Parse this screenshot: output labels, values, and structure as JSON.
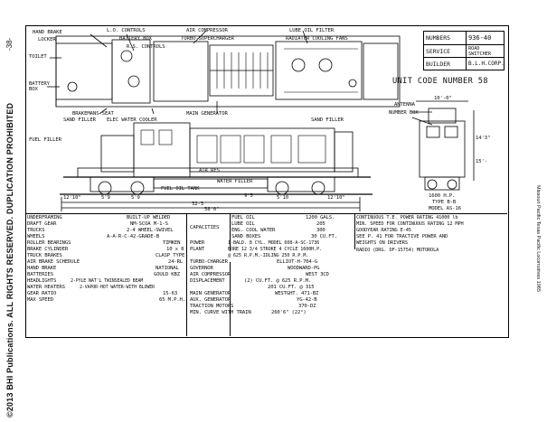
{
  "margins": {
    "copyright": "©2013 BHI Publications. ALL RIGHTS RESERVED. DUPLICATION PROHIBITED",
    "page_number": "-38-",
    "source": "Missouri Pacific   Texas Pacific   Locomotives 1985"
  },
  "title_block": {
    "rows": [
      {
        "label": "NUMBERS",
        "value": "936-40"
      },
      {
        "label": "SERVICE",
        "value": "ROAD SWITCHER"
      },
      {
        "label": "BUILDER",
        "value": "B.L.H.CORP."
      }
    ]
  },
  "unit_code": "UNIT CODE NUMBER 58",
  "callouts": {
    "hand_brake": "HAND BRAKE",
    "locker": "LOCKER",
    "toilet": "TOILET",
    "battery_box": "BATTERY BOX",
    "lo_controls": "L.O. CONTROLS",
    "battery_box_top": "BATTERY BOX",
    "rs_controls": "R.S. CONTROLS",
    "air_compressor": "AIR COMPRESSOR",
    "turbo_supercharger": "TURBO-SUPERCHARGER",
    "lube_oil_filter": "LUBE OIL FILTER",
    "radiator_fans": "RADIATOR COOLING FANS",
    "brakemans_seat": "BRAKEMANS SEAT",
    "main_generator": "MAIN GENERATOR",
    "sand_filler_left": "SAND FILLER",
    "elec_water_cooler": "ELEC WATER COOLER",
    "sand_filler_right": "SAND FILLER",
    "fuel_filler": "FUEL FILLER",
    "air_res": "AIR RES",
    "water_filler": "WATER FILLER",
    "fuel_oil_tank": "FUEL OIL TANK",
    "antenna": "ANTENNA",
    "number_box": "NUMBER BOX",
    "hp": "1600 H.P.",
    "type": "TYPE B-B",
    "model": "MODEL AS-16"
  },
  "dimensions": {
    "d_58": "58'0\"",
    "d_32_3": "32-3",
    "d_12_10_a": "12'10\"",
    "d_12_10_b": "12'10\"",
    "d_5_9_a": "5'9",
    "d_5_9_b": "5'9",
    "d_5_10": "5'10",
    "d_9_5": "9'5",
    "d_10_0": "10'-0\"",
    "d_14_3": "14'3\"",
    "d_15": "15'-"
  },
  "specs": {
    "col1": [
      {
        "label": "UNDERFRAMING",
        "value": "BUILT-UP WELDED"
      },
      {
        "label": "DRAFT GEAR",
        "value": "NM-SCOA M-1-S"
      },
      {
        "label": "TRUCKS",
        "value": "2-4 WHEEL-SWIVEL"
      },
      {
        "label": "WHEELS",
        "value": "A-A-R-C-42-GRADE-B"
      },
      {
        "label": "ROLLER BEARINGS",
        "value": "TIMKEN"
      },
      {
        "label": "BRAKE CYLINDER",
        "value": "10 x 8"
      },
      {
        "label": "TRUCK BRAKES",
        "value": "CLASP TYPE"
      },
      {
        "label": "AIR BRAKE SCHEDULE",
        "value": "24-RL"
      },
      {
        "label": "HAND BRAKE",
        "value": "NATIONAL"
      },
      {
        "label": "BATTERIES",
        "value": "GOULD KBZ"
      },
      {
        "label": "HEADLIGHTS",
        "value": "2-PYLE NAT'L TWINSEALED BEAM"
      },
      {
        "label": "WATER HEATERS",
        "value": "2-VAPOR-HOT WATER-WITH BLOWER"
      },
      {
        "label": "GEAR RATIO",
        "value": "15-63"
      },
      {
        "label": "MAX SPEED",
        "value": "65 M.P.H."
      }
    ],
    "col2": {
      "capacities_label": "CAPACITIES",
      "capacities": [
        {
          "label": "FUEL OIL",
          "value": "1200 GALS."
        },
        {
          "label": "LUBE OIL",
          "value": "205"
        },
        {
          "label": "ENG. COOL WATER",
          "value": "300"
        },
        {
          "label": "SAND BOXES",
          "value": "30 CU.FT."
        }
      ],
      "power_plant_label": "POWER PLANT",
      "power_plant": [
        "1-BALD. 8 CYL. MODEL 608-A-SC-1736",
        "BORE 12 3/4 STROKE 4 CYCLE 1600H.P.",
        "@ 625 R.P.M.-IDLING 250 R.P.M."
      ],
      "rows": [
        {
          "label": "TURBO-CHARGER",
          "value": "ELLIOT-H-704-G"
        },
        {
          "label": "GOVERNOR",
          "value": "WOODWARD-PG"
        },
        {
          "label": "AIR COMPRESSOR",
          "value": "WEST 3CD"
        },
        {
          "label": "DISPLACEMENT",
          "value": "(2) CU.FT. @ 625 R.P.M."
        },
        {
          "label": "",
          "value": "201 CU.FT. @ 315"
        },
        {
          "label": "MAIN GENERATOR",
          "value": "WESTGHT. 471-BZ"
        },
        {
          "label": "AUX. GENERATOR",
          "value": "YG-42-B"
        },
        {
          "label": "TRACTION MOTORS",
          "value": "370-DZ"
        },
        {
          "label": "MIN. CURVE WITH TRAIN",
          "value": "260'6\" (22°)"
        }
      ]
    },
    "col3": [
      "CONTINUOUS T.E. POWER RATING  41000 lb",
      "MIN. SPEED FOR CONTINUOUS RATING 12 MPH",
      "GOODYEAR RATING  E-45",
      "SEE P. 41 FOR TRACTIVE POWER AND",
      "WEIGHTS ON DRIVERS",
      "RADIO (DRG. DF-15754)        MOTOROLA"
    ]
  }
}
